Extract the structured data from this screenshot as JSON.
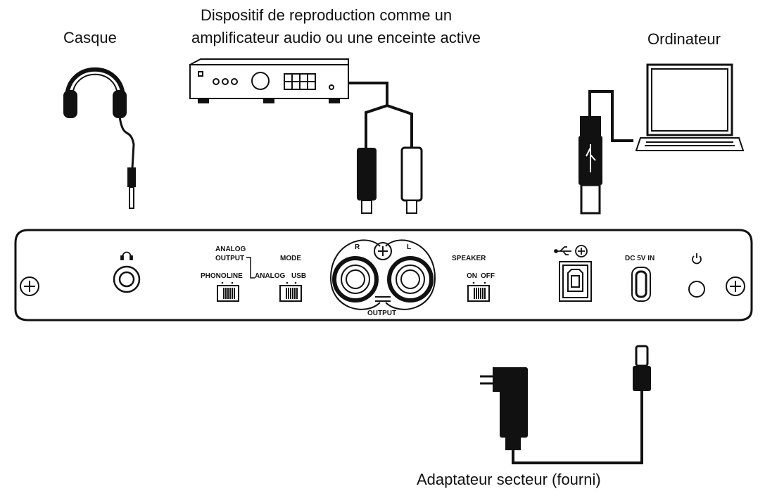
{
  "labels": {
    "headphones": "Casque",
    "playback_device_line1": "Dispositif de reproduction comme un",
    "playback_device_line2": "amplificateur audio ou une enceinte active",
    "computer": "Ordinateur",
    "ac_adapter": "Adaptateur secteur (fourni)"
  },
  "panel": {
    "analog_output": "ANALOG",
    "analog_output_2": "OUTPUT",
    "phono": "PHONO",
    "line": "LINE",
    "mode": "MODE",
    "analog": "ANALOG",
    "usb": "USB",
    "r": "R",
    "l": "L",
    "output": "OUTPUT",
    "speaker": "SPEAKER",
    "on": "ON",
    "off": "OFF",
    "dc_in": "DC 5V IN"
  },
  "colors": {
    "line": "#111111",
    "panel_fill": "#ffffff"
  },
  "icons": [
    "headphone-icon",
    "usb-icon",
    "power-icon",
    "ground-screw-icon"
  ]
}
